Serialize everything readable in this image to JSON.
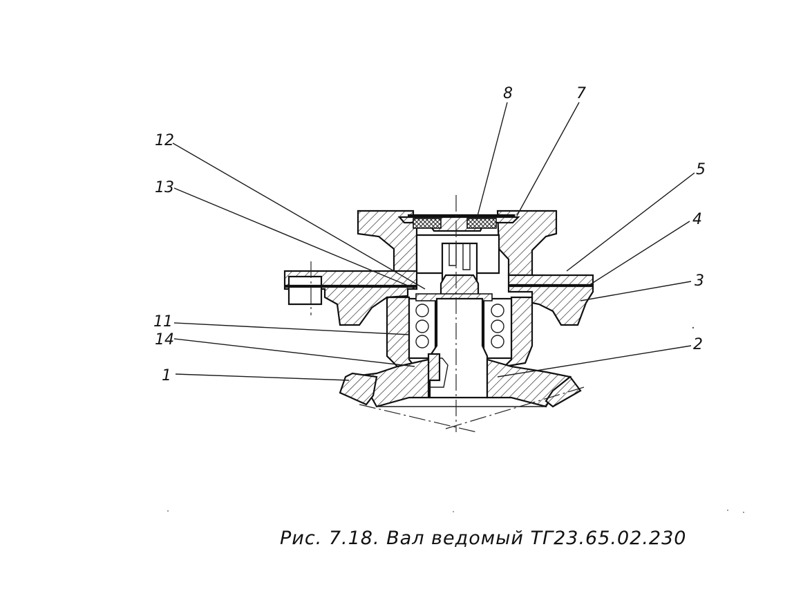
{
  "drawing": {
    "caption": "Рис. 7.18. Вал ведомый ТГ23.65.02.230",
    "callouts": [
      {
        "id": "c1",
        "text": "1"
      },
      {
        "id": "c2",
        "text": "2"
      },
      {
        "id": "c3",
        "text": "3"
      },
      {
        "id": "c4",
        "text": "4"
      },
      {
        "id": "c5",
        "text": "5"
      },
      {
        "id": "c7",
        "text": "7"
      },
      {
        "id": "c8",
        "text": "8"
      },
      {
        "id": "c11",
        "text": "11"
      },
      {
        "id": "c12",
        "text": "12"
      },
      {
        "id": "c13",
        "text": "13"
      },
      {
        "id": "c14",
        "text": "14"
      }
    ]
  }
}
